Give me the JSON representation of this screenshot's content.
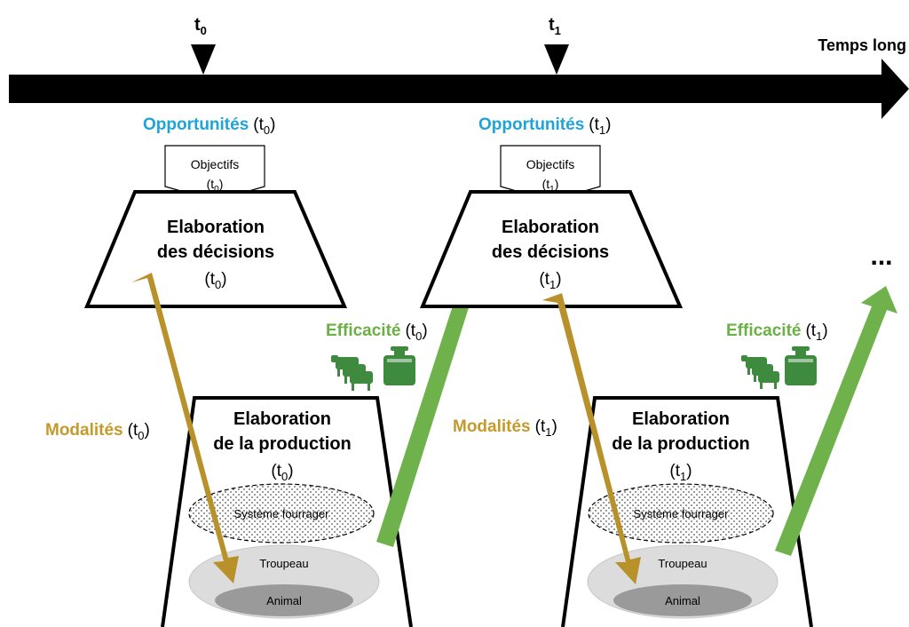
{
  "timeline": {
    "t0_label": "t",
    "t0_sub": "0",
    "t1_label": "t",
    "t1_sub": "1",
    "end_label": "Temps long"
  },
  "colors": {
    "opportunites": "#1fa3d9",
    "efficacite": "#6ab045",
    "modalites": "#c49a2d",
    "arrow_gold": "#b8912a",
    "arrow_green": "#6fb24b",
    "dark_green": "#3e8a3e",
    "ellipse_troupeau": "#dcdcdc",
    "ellipse_animal": "#9a9a9a"
  },
  "stages": [
    {
      "opportunites_label": "Opportunités",
      "opportunites_time": "(t",
      "opportunites_sub": "0",
      "objectifs_label": "Objectifs",
      "objectifs_time": "(t",
      "objectifs_sub": "0",
      "decisions_line1": "Elaboration",
      "decisions_line2": "des décisions",
      "decisions_time": "(t",
      "decisions_sub": "0",
      "efficacite_label": "Efficacité",
      "efficacite_time": "(t",
      "efficacite_sub": "0",
      "modalites_label": "Modalités",
      "modalites_time": "(t",
      "modalites_sub": "0",
      "production_line1": "Elaboration",
      "production_line2": "de la production",
      "production_time": "(t",
      "production_sub": "0",
      "systeme_label": "Système fourrager",
      "troupeau_label": "Troupeau",
      "animal_label": "Animal",
      "close_paren": ")"
    },
    {
      "opportunites_label": "Opportunités",
      "opportunites_time": "(t",
      "opportunites_sub": "1",
      "objectifs_label": "Objectifs",
      "objectifs_time": "(t",
      "objectifs_sub": "1",
      "decisions_line1": "Elaboration",
      "decisions_line2": "des décisions",
      "decisions_time": "(t",
      "decisions_sub": "1",
      "efficacite_label": "Efficacité",
      "efficacite_time": "(t",
      "efficacite_sub": "1",
      "modalites_label": "Modalités",
      "modalites_time": "(t",
      "modalites_sub": "1",
      "production_line1": "Elaboration",
      "production_line2": "de la production",
      "production_time": "(t",
      "production_sub": "1",
      "systeme_label": "Système fourrager",
      "troupeau_label": "Troupeau",
      "animal_label": "Animal",
      "close_paren": ")"
    }
  ],
  "continuation": "..."
}
